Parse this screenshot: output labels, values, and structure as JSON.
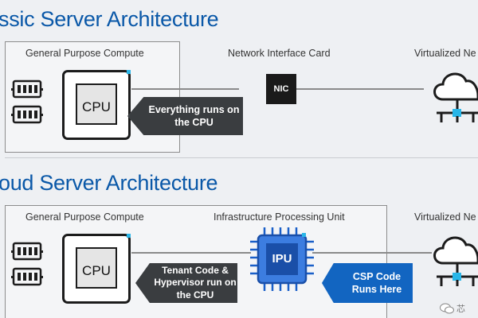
{
  "classic": {
    "title": "ssic Server Architecture",
    "compute_label": "General Purpose Compute",
    "nic_label": "Network Interface Card",
    "network_label": "Virtualized Ne",
    "cpu_text": "CPU",
    "nic_text": "NIC",
    "callout": "Everything runs on the CPU"
  },
  "cloud": {
    "title": "oud Server Architecture",
    "compute_label": "General Purpose Compute",
    "ipu_label": "Infrastructure Processing Unit",
    "network_label": "Virtualized Ne",
    "cpu_text": "CPU",
    "ipu_text": "IPU",
    "tenant_callout": "Tenant Code & Hypervisor run on the CPU",
    "csp_callout": "CSP Code Runs Here"
  },
  "watermark": "芯",
  "colors": {
    "title_blue": "#0a58a8",
    "accent_cyan": "#29b6e8",
    "ipu_blue": "#1a5fc8",
    "callout_dark": "#3a3d40",
    "callout_blue": "#1265c1"
  }
}
